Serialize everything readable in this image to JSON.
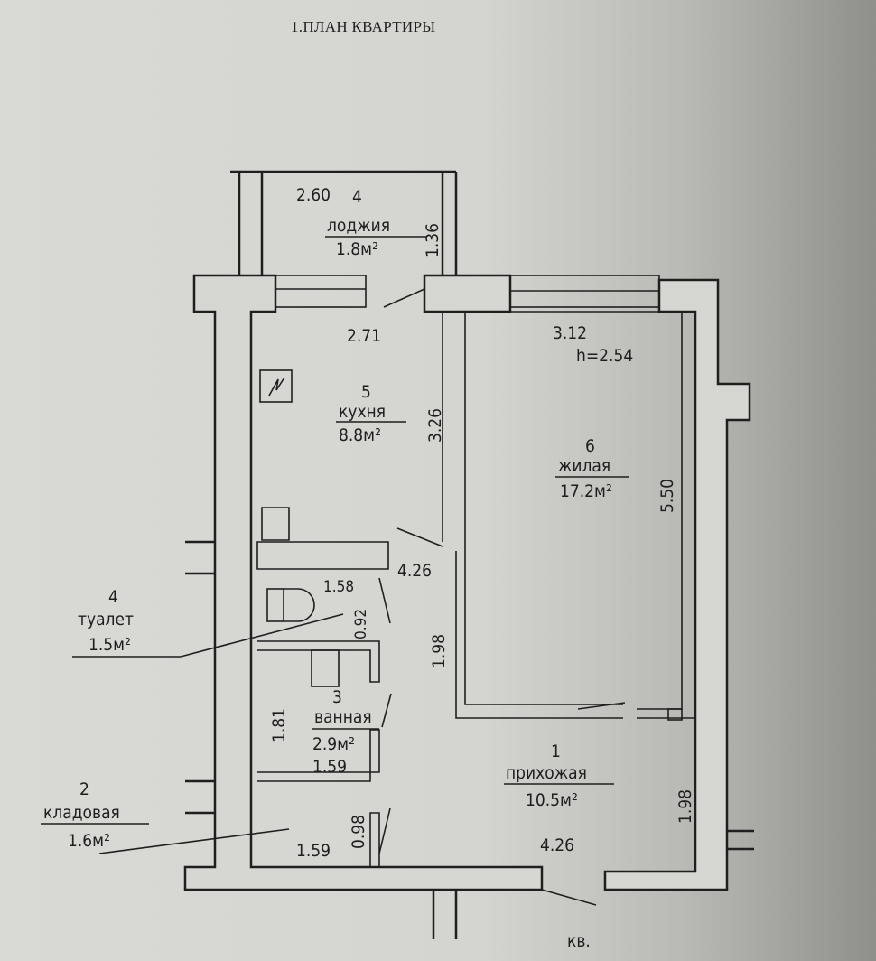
{
  "title": "1.ПЛАН КВАРТИРЫ",
  "ceiling_height": "h=2.54",
  "apartment_label": "кв.",
  "rooms": [
    {
      "number": "1",
      "name": "прихожая",
      "area": "10.5м²",
      "dims": [
        "4.26",
        "1.98"
      ]
    },
    {
      "number": "2",
      "name": "кладовая",
      "area": "1.6м²",
      "dims": [
        "1.59",
        "0.98"
      ]
    },
    {
      "number": "3",
      "name": "ванная",
      "area": "2.9м²",
      "dims": [
        "1.59",
        "1.81"
      ]
    },
    {
      "number": "4",
      "name": "туалет",
      "area": "1.5м²",
      "dims": [
        "1.58",
        "0.92"
      ]
    },
    {
      "number": "4",
      "name": "лоджия",
      "area": "1.8м²",
      "dims": [
        "2.60",
        "1.36"
      ]
    },
    {
      "number": "5",
      "name": "кухня",
      "area": "8.8м²",
      "dims": [
        "2.71",
        "3.26"
      ]
    },
    {
      "number": "6",
      "name": "жилая",
      "area": "17.2м²",
      "dims": [
        "3.12",
        "5.50"
      ]
    }
  ],
  "extra_dims": [
    "4.26",
    "1.98"
  ]
}
